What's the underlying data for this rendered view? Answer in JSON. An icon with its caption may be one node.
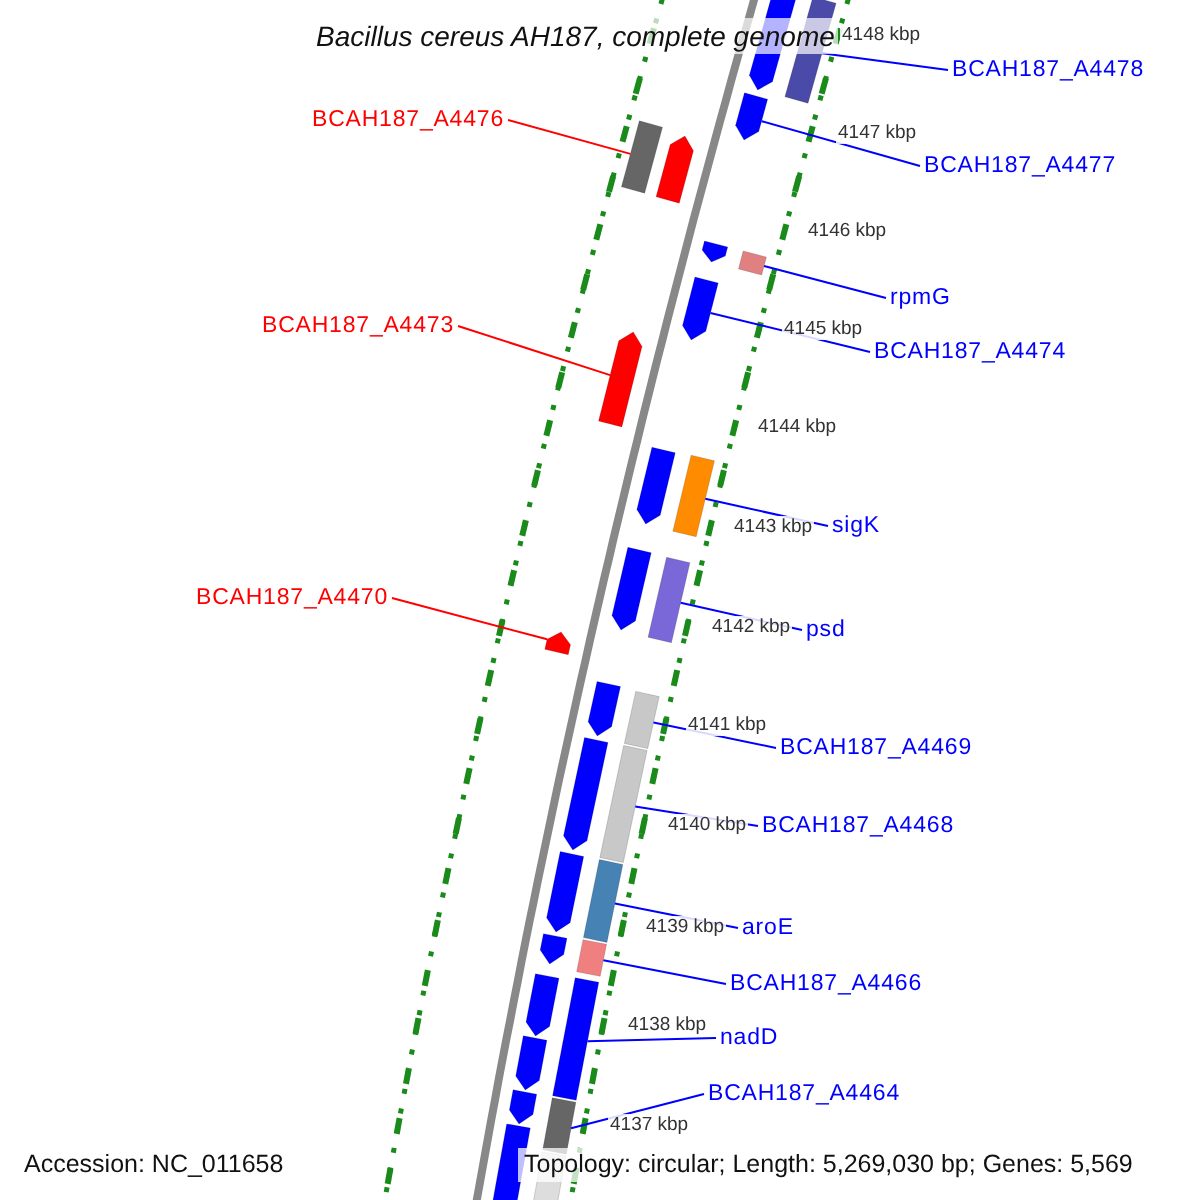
{
  "diagram": {
    "title": "Bacillus cereus AH187, complete genome",
    "nodes": [
      {
        "text": [
          "BCAH187_A4478"
        ]
      },
      {
        "text": [
          "BCAH187_A4476"
        ]
      },
      {
        "text": [
          "BCAH187_A4477"
        ]
      },
      {
        "text": [
          "rpmG"
        ]
      },
      {
        "text": [
          "BCAH187_A4473"
        ]
      },
      {
        "text": [
          "BCAH187_A4474"
        ]
      },
      {
        "text": [
          "sigK"
        ]
      },
      {
        "text": [
          "BCAH187_A4470"
        ]
      },
      {
        "text": [
          "psd"
        ]
      },
      {
        "text": [
          "BCAH187_A4469"
        ]
      },
      {
        "text": [
          "BCAH187_A4468"
        ]
      },
      {
        "text": [
          "aroE"
        ]
      },
      {
        "text": [
          "BCAH187_A4466"
        ]
      },
      {
        "text": [
          "nadD"
        ]
      },
      {
        "text": [
          "BCAH187_A4464"
        ]
      },
      {
        "text": [],
        "shape": "bar"
      },
      {
        "text": [],
        "shape": "bar"
      },
      {
        "text": [],
        "shape": "arrow"
      },
      {
        "text": [],
        "shape": "bar"
      },
      {
        "text": [],
        "shape": "arrow"
      },
      {
        "text": [],
        "shape": "arrow"
      },
      {
        "text": [],
        "shape": "bar"
      },
      {
        "text": [],
        "shape": "arrow"
      },
      {
        "text": [],
        "shape": "bar"
      },
      {
        "text": [],
        "shape": "bar"
      },
      {
        "text": [],
        "shape": "bar"
      },
      {
        "text": [],
        "shape": "bar"
      },
      {
        "text": [],
        "shape": "bar"
      },
      {
        "text": [],
        "shape": "bar"
      },
      {
        "text": [],
        "shape": "bar"
      },
      {
        "text": [],
        "shape": "arrow"
      },
      {
        "text": [],
        "shape": "arrow"
      },
      {
        "text": [],
        "shape": "arrow"
      },
      {
        "text": [],
        "shape": "arrow"
      },
      {
        "text": [],
        "shape": "arrow"
      },
      {
        "text": [],
        "shape": "arrow"
      },
      {
        "text": [],
        "shape": "arrow"
      },
      {
        "text": [],
        "shape": "arrow"
      },
      {
        "text": [],
        "shape": "arrow"
      },
      {
        "text": [],
        "shape": "arrow"
      },
      {
        "text": [],
        "shape": "arrow"
      },
      {
        "text": [],
        "shape": "arrow"
      },
      {
        "text": [],
        "shape": "arrow"
      },
      {
        "text": [],
        "shape": "bar"
      }
    ],
    "edges": [
      {
        "from": 0,
        "to": 15,
        "arrow": "none"
      },
      {
        "from": 1,
        "to": 16,
        "arrow": "none",
        "color": "#ff0000"
      },
      {
        "from": 2,
        "to": 17,
        "arrow": "none"
      },
      {
        "from": 3,
        "to": 18,
        "arrow": "none"
      },
      {
        "from": 4,
        "to": 19,
        "arrow": "none",
        "color": "#ff0000"
      },
      {
        "from": 5,
        "to": 20,
        "arrow": "none"
      },
      {
        "from": 6,
        "to": 21,
        "arrow": "none"
      },
      {
        "from": 7,
        "to": 22,
        "arrow": "none",
        "color": "#ff0000"
      },
      {
        "from": 8,
        "to": 23,
        "arrow": "none"
      },
      {
        "from": 9,
        "to": 24,
        "arrow": "none"
      },
      {
        "from": 10,
        "to": 25,
        "arrow": "none"
      },
      {
        "from": 11,
        "to": 26,
        "arrow": "none"
      },
      {
        "from": 12,
        "to": 27,
        "arrow": "none"
      },
      {
        "from": 13,
        "to": 28,
        "arrow": "none"
      },
      {
        "from": 14,
        "to": 29,
        "arrow": "none"
      }
    ],
    "labels": [
      "4148 kbp",
      "4147 kbp",
      "4146 kbp",
      "4145 kbp",
      "4144 kbp",
      "4143 kbp",
      "4142 kbp",
      "4141 kbp",
      "4140 kbp",
      "4139 kbp",
      "4138 kbp",
      "4137 kbp",
      "Accession: NC_011658",
      "Topology: circular; Length: 5,269,030 bp; Genes: 5,569"
    ]
  }
}
